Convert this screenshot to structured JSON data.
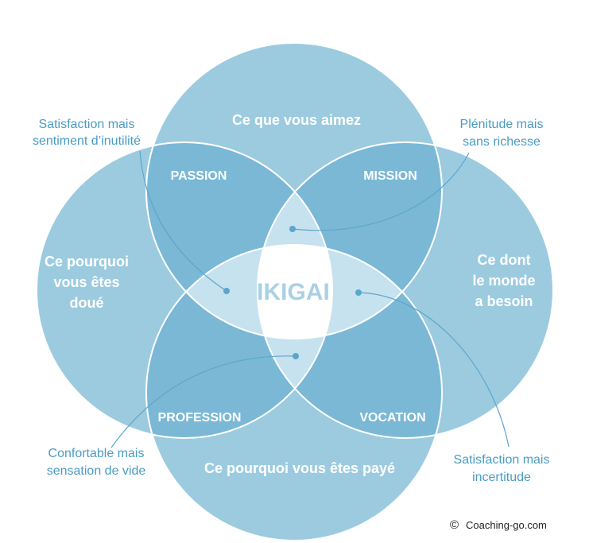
{
  "circles": {
    "top": "Ce que vous aimez",
    "left": [
      "Ce pourquoi",
      "vous êtes",
      "doué"
    ],
    "right": [
      "Ce dont",
      "le monde",
      "a besoin"
    ],
    "bottom": "Ce pourquoi vous êtes payé"
  },
  "intersections": {
    "passion": "PASSION",
    "mission": "MISSION",
    "profession": "PROFESSION",
    "vocation": "VOCATION",
    "center": "IKIGAI"
  },
  "annotations": {
    "top_left": [
      "Satisfaction mais",
      "sentiment d’inutilité"
    ],
    "top_right": [
      "Plénitude mais",
      "sans richesse"
    ],
    "bottom_left": [
      "Confortable mais",
      "sensation de vide"
    ],
    "bottom_right": [
      "Satisfaction mais",
      "incertitude"
    ]
  },
  "copyright": {
    "symbol": "©",
    "text": "Coaching-go.com"
  },
  "colors": {
    "circle_fill": "#9ccbe0",
    "overlap_two": "#7ab8d6",
    "overlap_three": "#c6e2ef",
    "center": "#ffffff",
    "accent_text": "#4a9cc4"
  }
}
